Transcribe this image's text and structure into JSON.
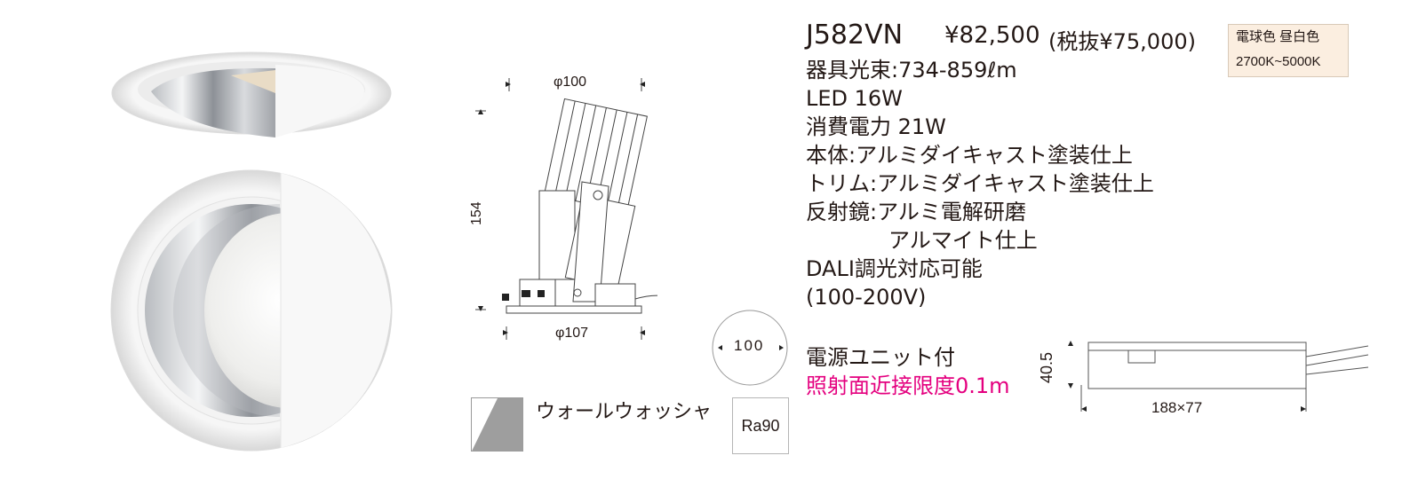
{
  "product": {
    "model": "J582VN",
    "price": "¥82,500",
    "price_tax_excluded": "(税抜¥75,000)"
  },
  "color_badge": {
    "line1": "電球色  昼白色",
    "line2": "2700K~5000K"
  },
  "specs": [
    "器具光束:734-859ℓm",
    "LED 16W",
    "消費電力 21W",
    "本体:アルミダイキャスト塗装仕上",
    "トリム:アルミダイキャスト塗装仕上",
    "反射鏡:アルミ電解研磨",
    "アルマイト仕上",
    "DALI調光対応可能",
    "(100-200V)"
  ],
  "power_unit": {
    "label": "電源ユニット付",
    "note": "照射面近接限度0.1m",
    "note_color": "#e4007f",
    "height": "40.5",
    "size": "188×77"
  },
  "drawing": {
    "top_width": "φ100",
    "height": "154",
    "cutout": "φ107",
    "hole_size": "100"
  },
  "distribution": {
    "label": "ウォールウォッシャ",
    "ra": "Ra90"
  }
}
